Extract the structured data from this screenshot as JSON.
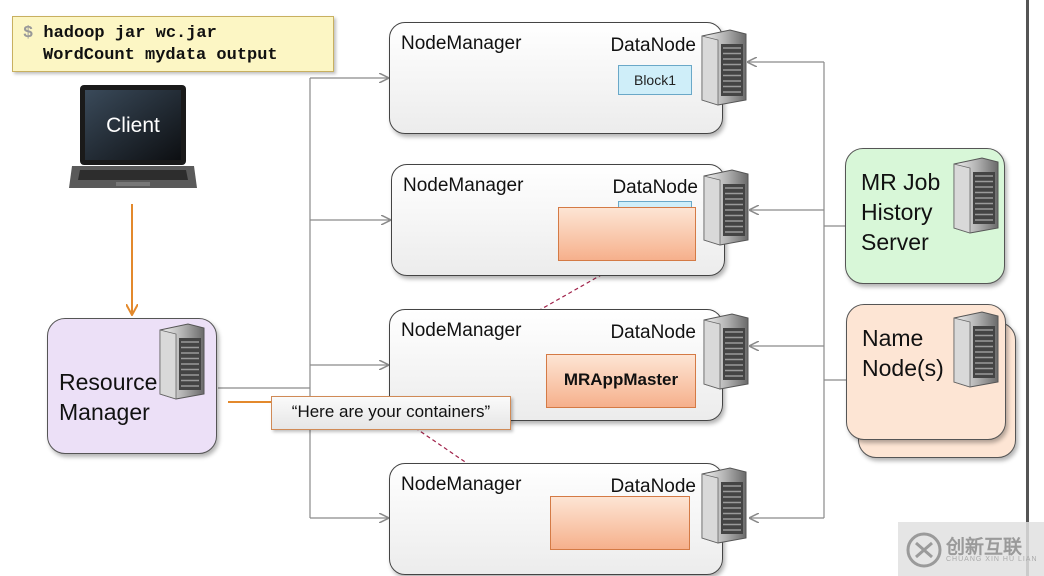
{
  "command": {
    "prompt": "$",
    "line1": "hadoop jar wc.jar",
    "line2": "WordCount mydata output"
  },
  "client": {
    "label": "Client"
  },
  "resource_manager": {
    "label_line1": "Resource",
    "label_line2": "Manager"
  },
  "node_managers": [
    {
      "label": "NodeManager",
      "datanode_label": "DataNode",
      "block_label": "Block1"
    },
    {
      "label": "NodeManager",
      "datanode_label": "DataNode"
    },
    {
      "label": "NodeManager",
      "datanode_label": "DataNode",
      "app_master_label": "MRAppMaster"
    },
    {
      "label": "NodeManager",
      "datanode_label": "DataNode"
    }
  ],
  "job_history": {
    "line1": "MR Job",
    "line2": "History",
    "line3": "Server"
  },
  "name_node": {
    "line1": "Name",
    "line2": "Node(s)"
  },
  "callout": {
    "text": "“Here are your containers”"
  },
  "watermark": {
    "text": "创新互联",
    "sub": "CHUANG XIN HU LIAN"
  },
  "colors": {
    "request_arrow": "#e3892c",
    "container_arrow": "#a0224a",
    "connector": "#8a8a8a",
    "resource_manager_fill": "#ece0f7",
    "job_history_fill": "#d8f7d8",
    "name_node_fill": "#fde5d4"
  }
}
